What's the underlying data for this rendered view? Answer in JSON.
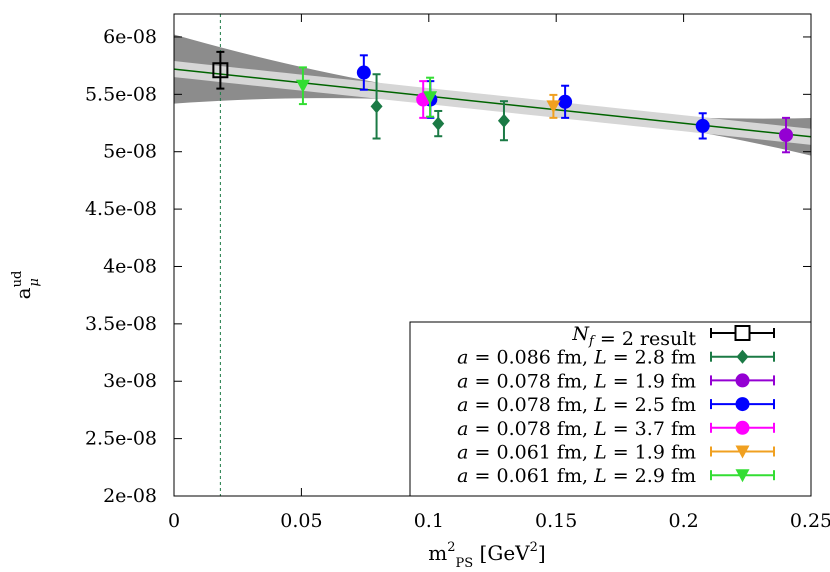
{
  "chart_data": {
    "type": "scatter",
    "xlabel": "m²PS [GeV²]",
    "ylabel": "aμud",
    "xlim": [
      0,
      0.25
    ],
    "ylim": [
      2e-08,
      6.2e-08
    ],
    "x_ticks": [
      "0",
      "0.05",
      "0.1",
      "0.15",
      "0.2",
      "0.25"
    ],
    "y_ticks": [
      "2e-08",
      "2.5e-08",
      "3e-08",
      "3.5e-08",
      "4e-08",
      "4.5e-08",
      "5e-08",
      "5.5e-08",
      "6e-08"
    ],
    "physical_point_line_x": 0.0182,
    "legend_position": "bottom-right",
    "fit": {
      "x": [
        0,
        0.25
      ],
      "y": [
        5.72e-08,
        5.13e-08
      ],
      "color": "#006400",
      "inner_band_halfwidth": [
        7e-10,
        7e-10
      ],
      "outer_band_halfwidth": [
        3e-09,
        9e-10
      ]
    },
    "series": [
      {
        "name": "Nf = 2 result",
        "color": "#000000",
        "marker": "open-square",
        "points": [
          {
            "x": 0.0182,
            "y": 5.71e-08,
            "err": 1.6e-09
          }
        ]
      },
      {
        "name": "a = 0.086 fm, L = 2.8 fm",
        "color": "#1b7a45",
        "marker": "diamond",
        "points": [
          {
            "x": 0.0795,
            "y": 5.395e-08,
            "err": 2.8e-09
          },
          {
            "x": 0.1037,
            "y": 5.245e-08,
            "err": 1.1e-09
          },
          {
            "x": 0.1295,
            "y": 5.27e-08,
            "err": 1.7e-09
          }
        ]
      },
      {
        "name": "a = 0.078 fm, L = 1.9 fm",
        "color": "#9400d3",
        "marker": "circle",
        "points": [
          {
            "x": 0.2402,
            "y": 5.145e-08,
            "err": 1.5e-09
          }
        ]
      },
      {
        "name": "a = 0.078 fm, L = 2.5 fm",
        "color": "#0000ff",
        "marker": "circle",
        "points": [
          {
            "x": 0.0745,
            "y": 5.69e-08,
            "err": 1.5e-09
          },
          {
            "x": 0.1006,
            "y": 5.455e-08,
            "err": 1.6e-09
          },
          {
            "x": 0.1535,
            "y": 5.435e-08,
            "err": 1.4e-09
          },
          {
            "x": 0.2075,
            "y": 5.225e-08,
            "err": 1.1e-09
          }
        ]
      },
      {
        "name": "a = 0.078 fm, L = 3.7 fm",
        "color": "#ff00ff",
        "marker": "circle",
        "points": [
          {
            "x": 0.0978,
            "y": 5.455e-08,
            "err": 1.6e-09
          }
        ]
      },
      {
        "name": "a = 0.061 fm, L = 1.9 fm",
        "color": "#f0a020",
        "marker": "triangle-down",
        "points": [
          {
            "x": 0.1489,
            "y": 5.395e-08,
            "err": 1e-09
          }
        ]
      },
      {
        "name": "a = 0.061 fm, L = 2.9 fm",
        "color": "#33dd33",
        "marker": "triangle-down",
        "points": [
          {
            "x": 0.0506,
            "y": 5.575e-08,
            "err": 1.6e-09
          },
          {
            "x": 0.1005,
            "y": 5.475e-08,
            "err": 1.7e-09
          }
        ]
      }
    ],
    "legend": {
      "entries": [
        {
          "label": "Nf = 2 result",
          "parts": [
            {
              "t": "N",
              "i": true
            },
            {
              "t": "f",
              "i": true,
              "sub": true
            },
            {
              "t": " = 2 result"
            }
          ]
        },
        {
          "label": "a = 0.086 fm, L = 2.8 fm",
          "parts": [
            {
              "t": "a",
              "i": true
            },
            {
              "t": " = 0.086 fm, "
            },
            {
              "t": "L",
              "i": true
            },
            {
              "t": " = 2.8 fm"
            }
          ]
        },
        {
          "label": "a = 0.078 fm, L = 1.9 fm",
          "parts": [
            {
              "t": "a",
              "i": true
            },
            {
              "t": " = 0.078 fm, "
            },
            {
              "t": "L",
              "i": true
            },
            {
              "t": " = 1.9 fm"
            }
          ]
        },
        {
          "label": "a = 0.078 fm, L = 2.5 fm",
          "parts": [
            {
              "t": "a",
              "i": true
            },
            {
              "t": " = 0.078 fm, "
            },
            {
              "t": "L",
              "i": true
            },
            {
              "t": " = 2.5 fm"
            }
          ]
        },
        {
          "label": "a = 0.078 fm, L = 3.7 fm",
          "parts": [
            {
              "t": "a",
              "i": true
            },
            {
              "t": " = 0.078 fm, "
            },
            {
              "t": "L",
              "i": true
            },
            {
              "t": " = 3.7 fm"
            }
          ]
        },
        {
          "label": "a = 0.061 fm, L = 1.9 fm",
          "parts": [
            {
              "t": "a",
              "i": true
            },
            {
              "t": " = 0.061 fm, "
            },
            {
              "t": "L",
              "i": true
            },
            {
              "t": " = 1.9 fm"
            }
          ]
        },
        {
          "label": "a = 0.061 fm, L = 2.9 fm",
          "parts": [
            {
              "t": "a",
              "i": true
            },
            {
              "t": " = 0.061 fm, "
            },
            {
              "t": "L",
              "i": true
            },
            {
              "t": " = 2.9 fm"
            }
          ]
        }
      ]
    }
  }
}
